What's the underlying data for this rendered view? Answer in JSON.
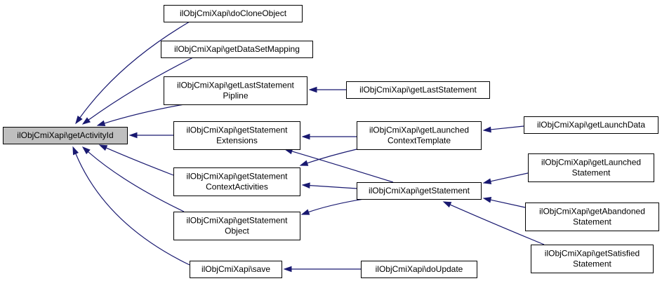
{
  "colors": {
    "edge": "#191970",
    "root_fill": "#bfbfbf",
    "node_fill": "#ffffff",
    "border": "#000000"
  },
  "nodes": {
    "get_activity_id": {
      "lines": [
        "ilObjCmiXapi\\getActivityId"
      ]
    },
    "do_clone_object": {
      "lines": [
        "ilObjCmiXapi\\doCloneObject"
      ]
    },
    "get_data_set_mapping": {
      "lines": [
        "ilObjCmiXapi\\getDataSetMapping"
      ]
    },
    "get_last_statement_pipline": {
      "lines": [
        "ilObjCmiXapi\\getLastStatement",
        "Pipline"
      ]
    },
    "get_last_statement": {
      "lines": [
        "ilObjCmiXapi\\getLastStatement"
      ]
    },
    "get_statement_extensions": {
      "lines": [
        "ilObjCmiXapi\\getStatement",
        "Extensions"
      ]
    },
    "get_launched_context_template": {
      "lines": [
        "ilObjCmiXapi\\getLaunched",
        "ContextTemplate"
      ]
    },
    "get_launch_data": {
      "lines": [
        "ilObjCmiXapi\\getLaunchData"
      ]
    },
    "get_statement_context_activities": {
      "lines": [
        "ilObjCmiXapi\\getStatement",
        "ContextActivities"
      ]
    },
    "get_statement": {
      "lines": [
        "ilObjCmiXapi\\getStatement"
      ]
    },
    "get_launched_statement": {
      "lines": [
        "ilObjCmiXapi\\getLaunched",
        "Statement"
      ]
    },
    "get_statement_object": {
      "lines": [
        "ilObjCmiXapi\\getStatement",
        "Object"
      ]
    },
    "get_abandoned_statement": {
      "lines": [
        "ilObjCmiXapi\\getAbandoned",
        "Statement"
      ]
    },
    "get_satisfied_statement": {
      "lines": [
        "ilObjCmiXapi\\getSatisfied",
        "Statement"
      ]
    },
    "save": {
      "lines": [
        "ilObjCmiXapi\\save"
      ]
    },
    "do_update": {
      "lines": [
        "ilObjCmiXapi\\doUpdate"
      ]
    }
  },
  "edges": [
    {
      "from": "do_clone_object",
      "to": "get_activity_id"
    },
    {
      "from": "get_data_set_mapping",
      "to": "get_activity_id"
    },
    {
      "from": "get_last_statement_pipline",
      "to": "get_activity_id"
    },
    {
      "from": "get_statement_extensions",
      "to": "get_activity_id"
    },
    {
      "from": "get_statement_context_activities",
      "to": "get_activity_id"
    },
    {
      "from": "get_statement_object",
      "to": "get_activity_id"
    },
    {
      "from": "save",
      "to": "get_activity_id"
    },
    {
      "from": "get_last_statement",
      "to": "get_last_statement_pipline"
    },
    {
      "from": "get_launched_context_template",
      "to": "get_statement_extensions"
    },
    {
      "from": "get_statement",
      "to": "get_statement_extensions"
    },
    {
      "from": "get_launched_context_template",
      "to": "get_statement_context_activities"
    },
    {
      "from": "get_statement",
      "to": "get_statement_context_activities"
    },
    {
      "from": "get_statement",
      "to": "get_statement_object"
    },
    {
      "from": "get_launch_data",
      "to": "get_launched_context_template"
    },
    {
      "from": "get_launched_statement",
      "to": "get_statement"
    },
    {
      "from": "get_abandoned_statement",
      "to": "get_statement"
    },
    {
      "from": "get_satisfied_statement",
      "to": "get_statement"
    },
    {
      "from": "do_update",
      "to": "save"
    }
  ]
}
